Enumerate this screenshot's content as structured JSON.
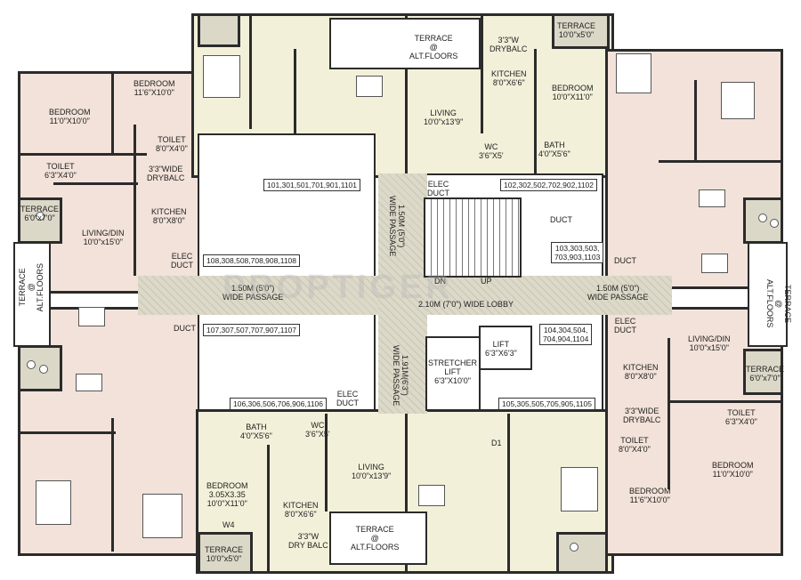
{
  "watermark": "PROPTIGER",
  "rooms": {
    "terrace_top": "TERRACE\n@\nALT.FLOORS",
    "drybalc_top": "3'3\"W\nDRYBALC",
    "terrace_top_right": "TERRACE\n10'0\"x5'0\"",
    "kitchen_top_right": "KITCHEN\n8'0\"X6'6\"",
    "bedroom_top_right": "BEDROOM\n10'0\"X11'0\"",
    "living_top": "LIVING\n10'0\"x13'9\"",
    "wc_top": "WC\n3'6\"X5'",
    "bath_top": "BATH\n4'0\"X5'6\"",
    "bedroom_top_left_a": "BEDROOM\n11'6\"X10'0\"",
    "bedroom_top_left_b": "BEDROOM\n11'0\"X10'0\"",
    "toilet_left_a": "TOILET\n8'0\"X4'0\"",
    "toilet_left_b": "TOILET\n6'3\"X4'0\"",
    "drybalc_left": "3'3\"WIDE\nDRYBALC",
    "terrace_left": "TERRACE\n6'0\"x7'0\"",
    "kitchen_left": "KITCHEN\n8'0\"X8'0\"",
    "living_left": "LIVING/DIN\n10'0\"x15'0\"",
    "terrace_alt_left": "TERRACE\n@\nALT.FLOORS",
    "elec_duct_left": "ELEC\nDUCT",
    "duct_left": "DUCT",
    "elec_duct_core": "ELEC\nDUCT",
    "duct_core": "DUCT",
    "passage_vertical_top": "1.50M (5'0\")\nWIDE PASSAGE",
    "passage_left": "1.50M (5'0\")\nWIDE PASSAGE",
    "passage_right": "1.50M (5'0\")\nWIDE PASSAGE",
    "lobby": "2.10M (7'0\") WIDE LOBBY",
    "passage_vertical_bottom": "1.91M(6'3\")\nWIDE PASSAGE",
    "stair_dn": "DN",
    "stair_up": "UP",
    "lift": "LIFT\n6'3\"X6'3\"",
    "stretcher_lift": "STRETCHER\nLIFT\n6'3\"X10'0\"",
    "duct_right": "DUCT",
    "elec_duct_right": "ELEC\nDUCT",
    "living_right": "LIVING/DIN\n10'0\"x15'0\"",
    "terrace_right": "TERRACE\n6'0\"x7'0\"",
    "kitchen_right": "KITCHEN\n8'0\"X8'0\"",
    "drybalc_right": "3'3\"WIDE\nDRYBALC",
    "toilet_right_a": "TOILET\n6'3\"X4'0\"",
    "toilet_right_b": "TOILET\n8'0\"X4'0\"",
    "bedroom_bottom_right_a": "BEDROOM\n11'0\"X10'0\"",
    "bedroom_bottom_right_b": "BEDROOM\n11'6\"X10'0\"",
    "terrace_alt_right": "TERRACE\n@\nALT.FLOORS",
    "elec_duct_bottom": "ELEC\nDUCT",
    "bath_bottom": "BATH\n4'0\"X5'6\"",
    "wc_bottom": "WC\n3'6\"X5'",
    "living_bottom": "LIVING\n10'0\"x13'9\"",
    "bedroom_bottom_left": "BEDROOM\n3.05X3.35\n10'0\"X11'0\"",
    "kitchen_bottom": "KITCHEN\n8'0\"X6'6\"",
    "drybalc_bottom": "3'3\"W\nDRY BALC",
    "terrace_bottom": "TERRACE\n@\nALT.FLOORS",
    "terrace_bottom_left": "TERRACE\n10'0\"x5'0\"",
    "w4": "W4",
    "d1": "D1"
  },
  "flat_tags": {
    "t1": "101,301,501,701,901,1101",
    "t2": "102,302,502,702,902,1102",
    "t3": "103,303,503,\n703,903,1103",
    "t4": "108,308,508,708,908,1108",
    "t5": "107,307,507,707,907,1107",
    "t6": "104,304,504,\n704,904,1104",
    "t7": "106,306,506,706,906,1106",
    "t8": "105,305,505,705,905,1105"
  },
  "colors": {
    "wall": "#2b2b2b",
    "unit_beige": "#f3f0da",
    "unit_pink": "#f2e2d9",
    "corridor": "#dcd9c9"
  }
}
